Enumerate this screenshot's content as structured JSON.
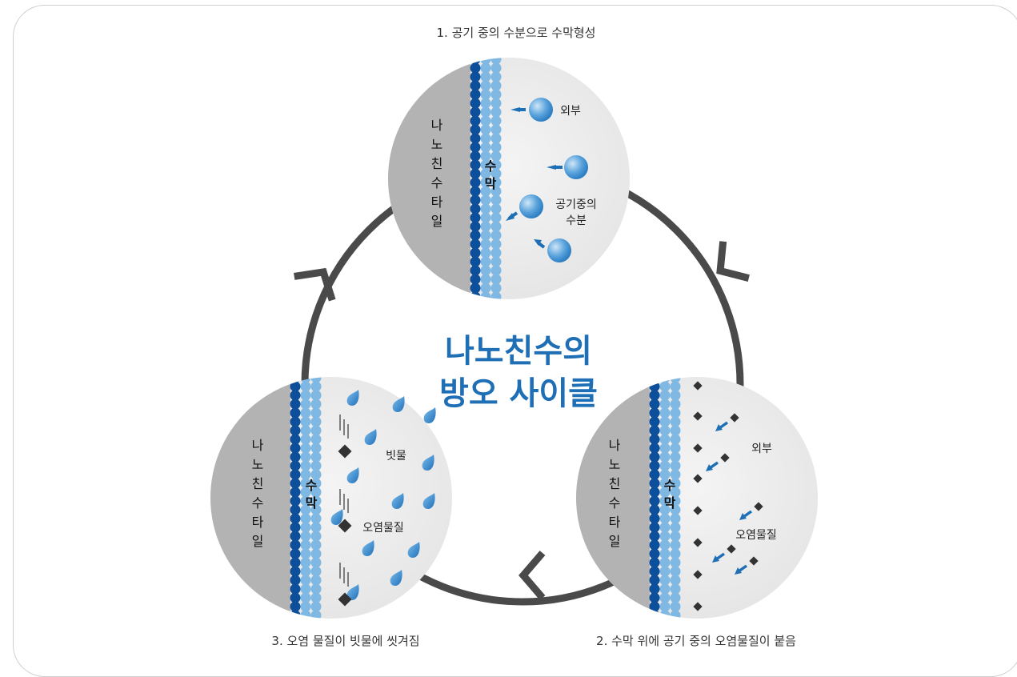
{
  "steps": {
    "step1": "1. 공기 중의 수분으로 수막형성",
    "step2": "2. 수막 위에 공기 중의 오염물질이 붙음",
    "step3": "3. 오염 물질이 빗물에 씻겨짐"
  },
  "center_title": {
    "line1": "나노친수의",
    "line2": "방오 사이클"
  },
  "tile_label": [
    "나",
    "노",
    "친",
    "수",
    "타",
    "일"
  ],
  "film_label": [
    "수",
    "막"
  ],
  "circle1": {
    "outside": "외부",
    "moisture_line1": "공기중의",
    "moisture_line2": "수분"
  },
  "circle2": {
    "outside": "외부",
    "pollutant": "오염물질"
  },
  "circle3": {
    "rain": "빗물",
    "pollutant": "오염물질"
  },
  "colors": {
    "accent": "#1e6fb5",
    "cycle": "#4a4a4a",
    "tile": "#b3b3b3",
    "film_dark": "#0d4f9a",
    "film_light": "#7fb8e3"
  },
  "icons": [
    "water-drop-icon",
    "pollutant-diamond-icon",
    "arrow-icon",
    "raindrop-icon"
  ]
}
